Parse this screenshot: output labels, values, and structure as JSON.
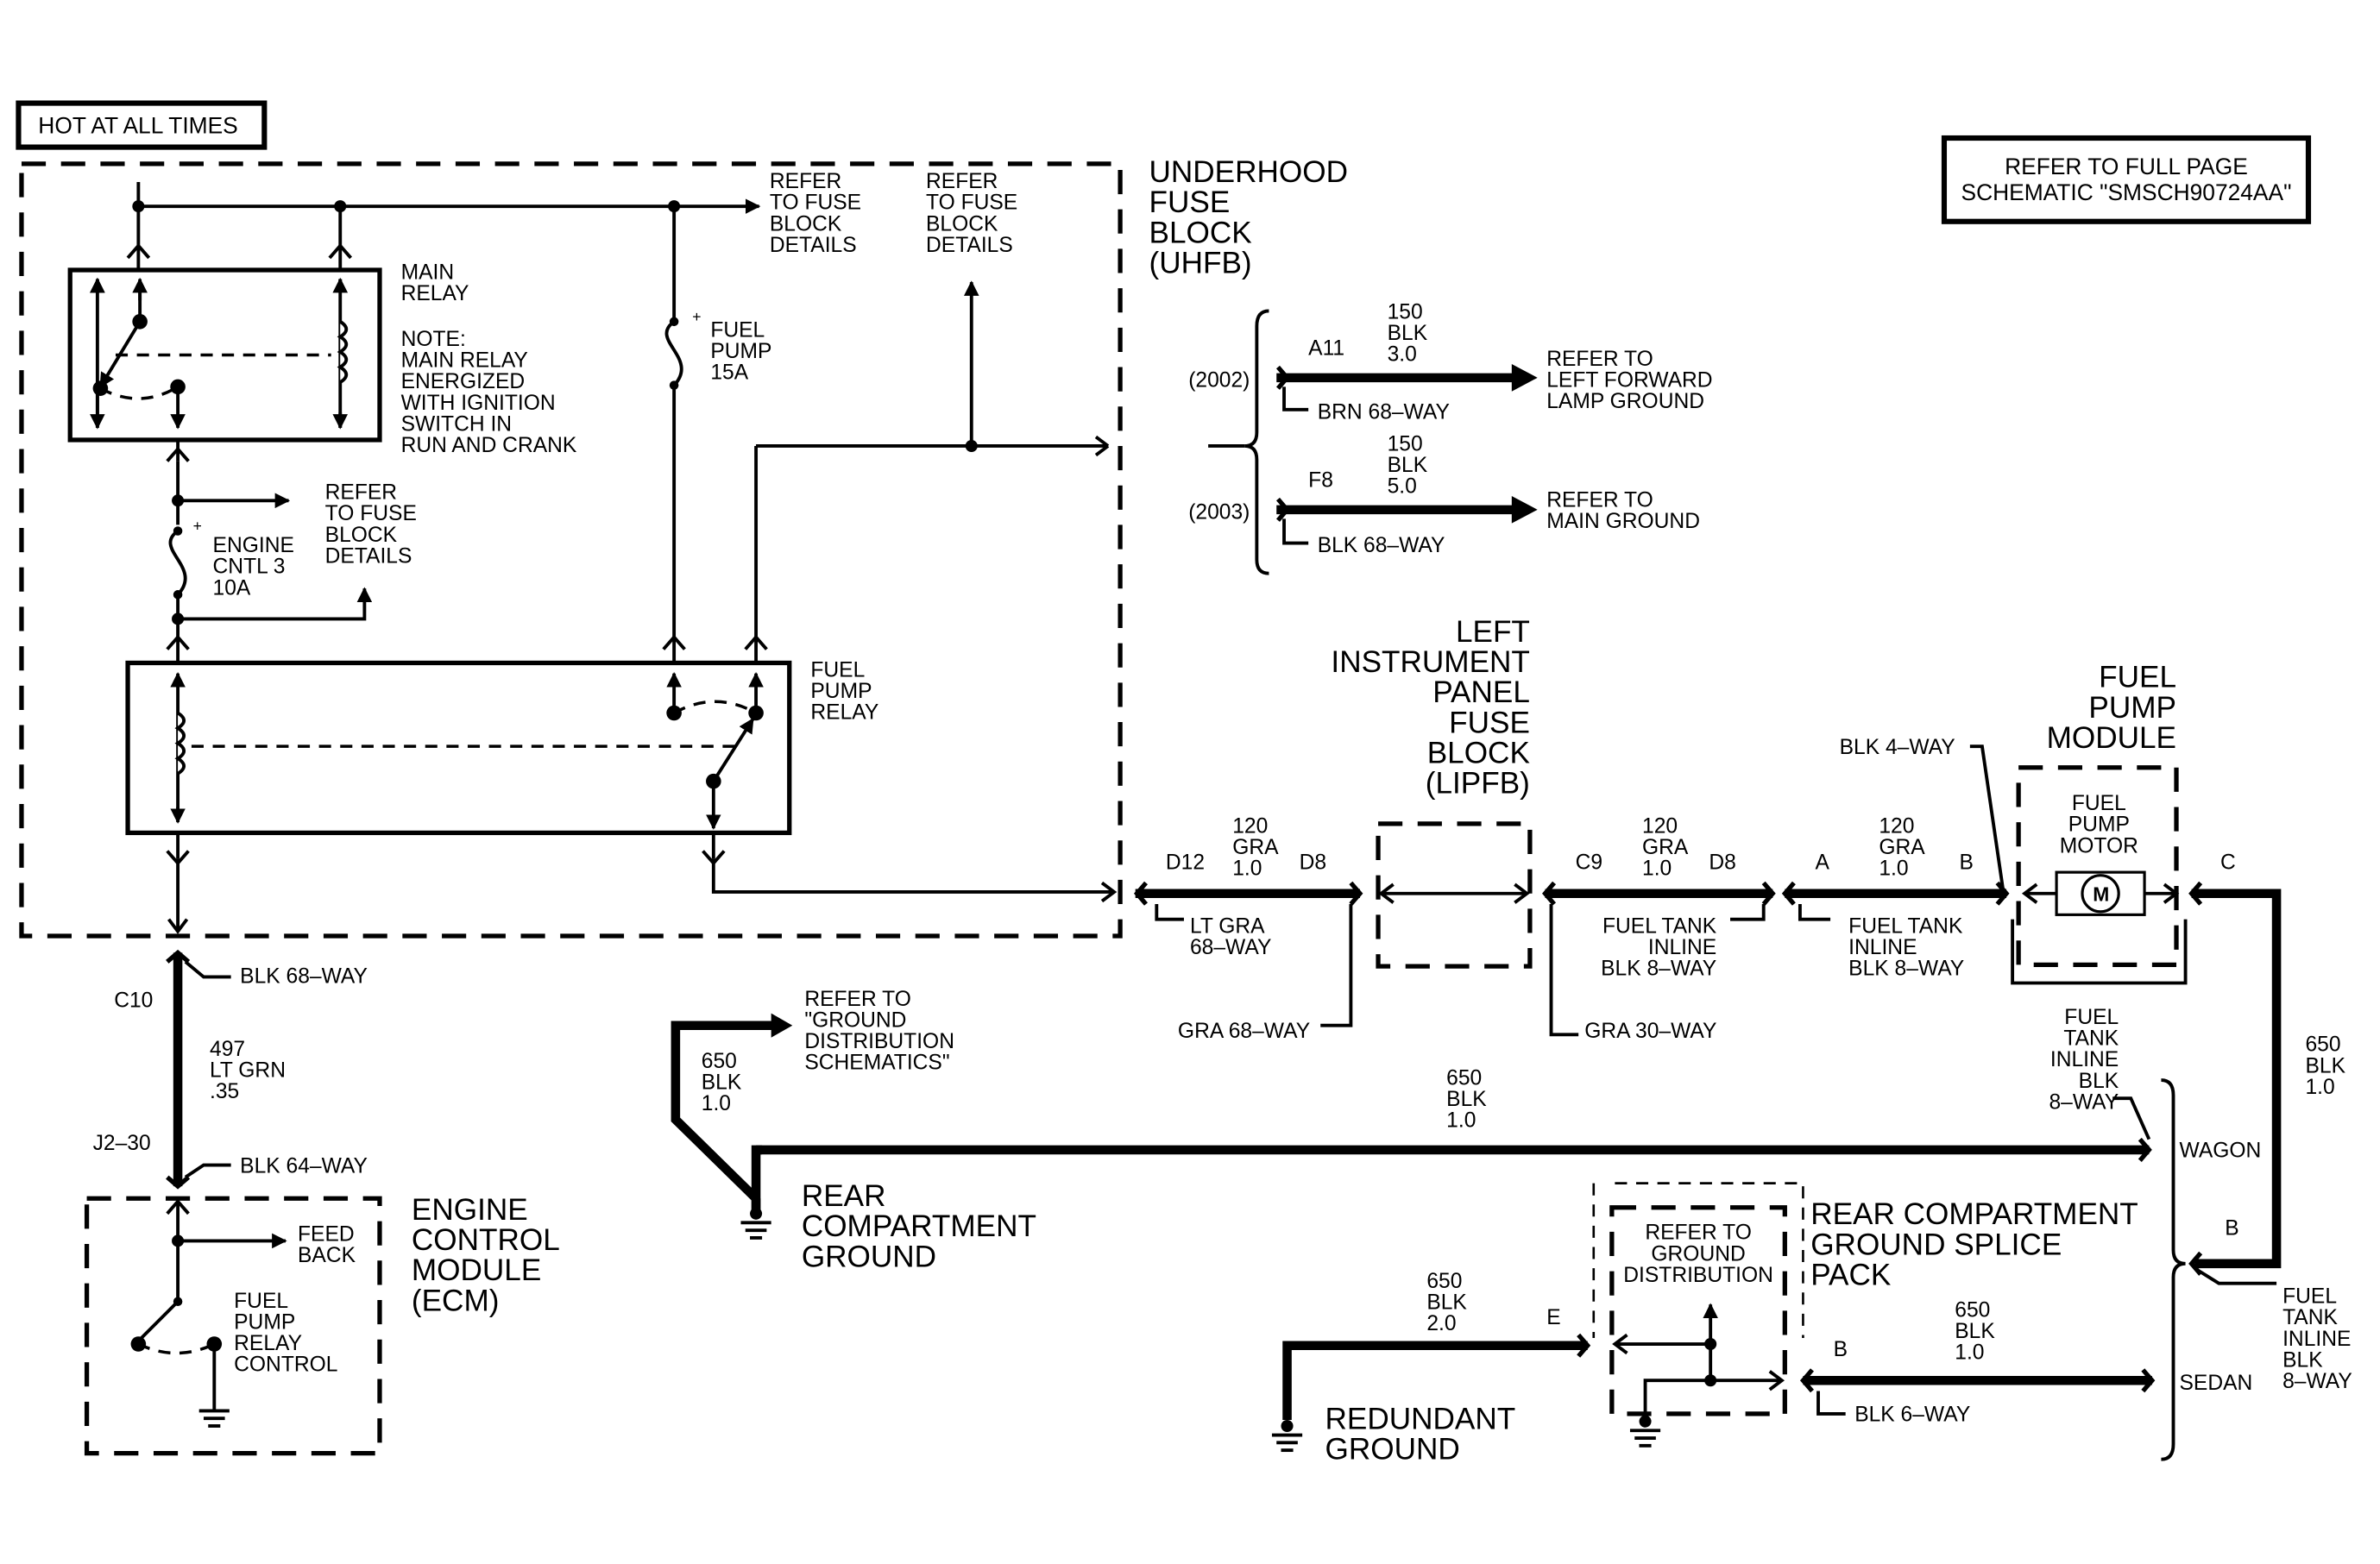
{
  "hot_at_all_times": "HOT AT ALL TIMES",
  "refer_full_page": [
    "REFER TO FULL PAGE",
    "SCHEMATIC \"SMSCH90724AA\""
  ],
  "uhfb": {
    "title": [
      "UNDERHOOD",
      "FUSE",
      "BLOCK",
      "(UHFB)"
    ],
    "refer_fuse_1": [
      "REFER",
      "TO FUSE",
      "BLOCK",
      "DETAILS"
    ],
    "refer_fuse_2": [
      "REFER",
      "TO FUSE",
      "BLOCK",
      "DETAILS"
    ],
    "refer_fuse_3": [
      "REFER",
      "TO FUSE",
      "BLOCK",
      "DETAILS"
    ],
    "main_relay": [
      "MAIN",
      "RELAY"
    ],
    "main_relay_note": [
      "NOTE:",
      "MAIN RELAY",
      "ENERGIZED",
      "WITH IGNITION",
      "SWITCH IN",
      "RUN AND CRANK"
    ],
    "fuel_pump_fuse": [
      "FUEL",
      "PUMP",
      "15A"
    ],
    "engine_cntl_fuse": [
      "ENGINE",
      "CNTL 3",
      "10A"
    ],
    "fuel_pump_relay": [
      "FUEL",
      "PUMP",
      "RELAY"
    ],
    "plus": "+"
  },
  "grounds_2002_2003": {
    "y2002": "(2002)",
    "y2003": "(2003)",
    "a11": "A11",
    "w150a": [
      "150",
      "BLK",
      "3.0"
    ],
    "brn68": "BRN 68–WAY",
    "refer_lf_lamp": [
      "REFER TO",
      "LEFT FORWARD",
      "LAMP GROUND"
    ],
    "f8": "F8",
    "w150b": [
      "150",
      "BLK",
      "5.0"
    ],
    "blk68": "BLK 68–WAY",
    "refer_main_ground": [
      "REFER TO",
      "MAIN GROUND"
    ]
  },
  "lipfb": {
    "title": [
      "LEFT",
      "INSTRUMENT",
      "PANEL",
      "FUSE",
      "BLOCK",
      "(LIPFB)"
    ],
    "d12": "D12",
    "d8": "D8",
    "w120a": [
      "120",
      "GRA",
      "1.0"
    ],
    "lt_gra": [
      "LT GRA",
      "68–WAY"
    ],
    "gra68": "GRA 68–WAY",
    "c9": "C9",
    "d8b": "D8",
    "w120b": [
      "120",
      "GRA",
      "1.0"
    ],
    "ft_inline_1": [
      "FUEL TANK",
      "INLINE",
      "BLK 8–WAY"
    ],
    "gra30": "GRA 30–WAY",
    "a": "A",
    "b": "B",
    "w120c": [
      "120",
      "GRA",
      "1.0"
    ],
    "ft_inline_2": [
      "FUEL TANK",
      "INLINE",
      "BLK 8–WAY"
    ]
  },
  "fuel_pump_module": {
    "title": [
      "FUEL",
      "PUMP",
      "MODULE"
    ],
    "blk4": "BLK 4–WAY",
    "motor": [
      "FUEL",
      "PUMP",
      "MOTOR"
    ],
    "m": "M",
    "c": "C",
    "w650": [
      "650",
      "BLK",
      "1.0"
    ]
  },
  "ecm": {
    "c10": "C10",
    "blk68": "BLK 68–WAY",
    "w497": [
      "497",
      "LT GRN",
      ".35"
    ],
    "j230": "J2–30",
    "blk64": "BLK 64–WAY",
    "title": [
      "ENGINE",
      "CONTROL",
      "MODULE",
      "(ECM)"
    ],
    "feed_back": [
      "FEED",
      "BACK"
    ],
    "fp_relay_control": [
      "FUEL",
      "PUMP",
      "RELAY",
      "CONTROL"
    ]
  },
  "rear": {
    "refer_ground_dist": [
      "REFER TO",
      "\"GROUND",
      "DISTRIBUTION",
      "SCHEMATICS\""
    ],
    "w650a": [
      "650",
      "BLK",
      "1.0"
    ],
    "w650b": [
      "650",
      "BLK",
      "1.0"
    ],
    "rear_comp_ground": [
      "REAR",
      "COMPARTMENT",
      "GROUND"
    ],
    "ft_inline_3": [
      "FUEL",
      "TANK",
      "INLINE",
      "BLK",
      "8–WAY"
    ],
    "wagon": "WAGON",
    "b_right": "B",
    "ft_inline_4": [
      "FUEL",
      "TANK",
      "INLINE",
      "BLK",
      "8–WAY"
    ],
    "sedan": "SEDAN",
    "splice_title": [
      "REAR COMPARTMENT",
      "GROUND SPLICE",
      "PACK"
    ],
    "refer_gd": [
      "REFER TO",
      "GROUND",
      "DISTRIBUTION"
    ],
    "w650c": [
      "650",
      "BLK",
      "2.0"
    ],
    "e": "E",
    "b_splice": "B",
    "w650d": [
      "650",
      "BLK",
      "1.0"
    ],
    "blk6": "BLK 6–WAY",
    "redundant": [
      "REDUNDANT",
      "GROUND"
    ]
  }
}
